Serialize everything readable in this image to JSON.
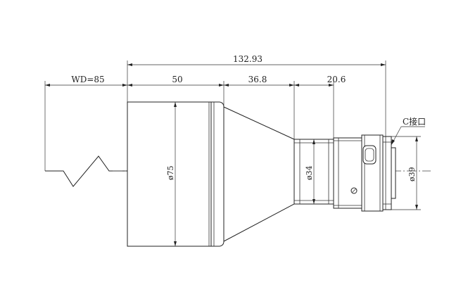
{
  "drawing": {
    "dimensions": {
      "overall_length": "132.93",
      "working_distance": "WD=85",
      "front_section": "50",
      "cone_section": "36.8",
      "rear_section": "20.6"
    },
    "diameters": {
      "front": "ø75",
      "mid": "ø34",
      "rear": "ø39"
    },
    "mount": {
      "label": "C接口"
    }
  }
}
